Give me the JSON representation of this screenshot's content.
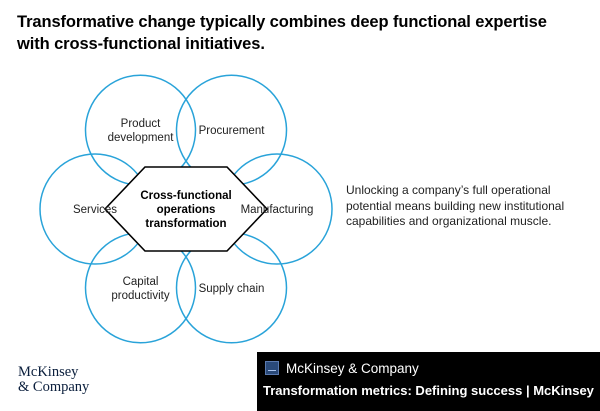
{
  "headline": "Transformative change typically combines deep functional expertise with cross-functional initiatives.",
  "diagram": {
    "center": {
      "lines": [
        "Cross-functional",
        "operations",
        "transformation"
      ]
    },
    "nodes": [
      {
        "id": "product-development",
        "lines": [
          "Product",
          "development"
        ]
      },
      {
        "id": "procurement",
        "lines": [
          "Procurement"
        ]
      },
      {
        "id": "manufacturing",
        "lines": [
          "Manufacturing"
        ]
      },
      {
        "id": "supply-chain",
        "lines": [
          "Supply chain"
        ]
      },
      {
        "id": "capital-productivity",
        "lines": [
          "Capital",
          "productivity"
        ]
      },
      {
        "id": "services",
        "lines": [
          "Services"
        ]
      }
    ],
    "circle_color": "#29a3d9",
    "hex_stroke": "#000000"
  },
  "side_note": "Unlocking a company’s full operational potential means building new institutional capabilities and organizational muscle.",
  "logo": {
    "line1": "McKinsey",
    "line2": "& Company"
  },
  "caption": {
    "site": "McKinsey & Company",
    "title": "Transformation metrics: Defining success | McKinsey"
  }
}
